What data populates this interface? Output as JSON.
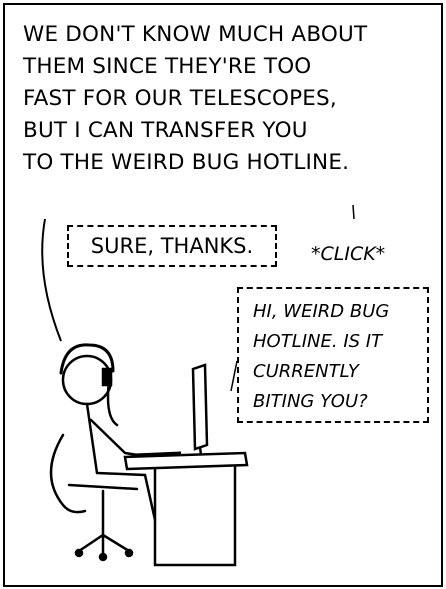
{
  "narration": {
    "lines": [
      "WE DON'T KNOW MUCH ABOUT",
      "THEM SINCE THEY'RE TOO",
      "FAST FOR OUR TELESCOPES,",
      "BUT I CAN TRANSFER YOU",
      "TO THE WEIRD BUG HOTLINE."
    ]
  },
  "speech": {
    "thanks": "SURE, THANKS.",
    "sound": "*CLICK*",
    "hotline": [
      "HI, WEIRD BUG",
      "HOTLINE. IS IT",
      "CURRENTLY",
      "BITING YOU?"
    ]
  }
}
